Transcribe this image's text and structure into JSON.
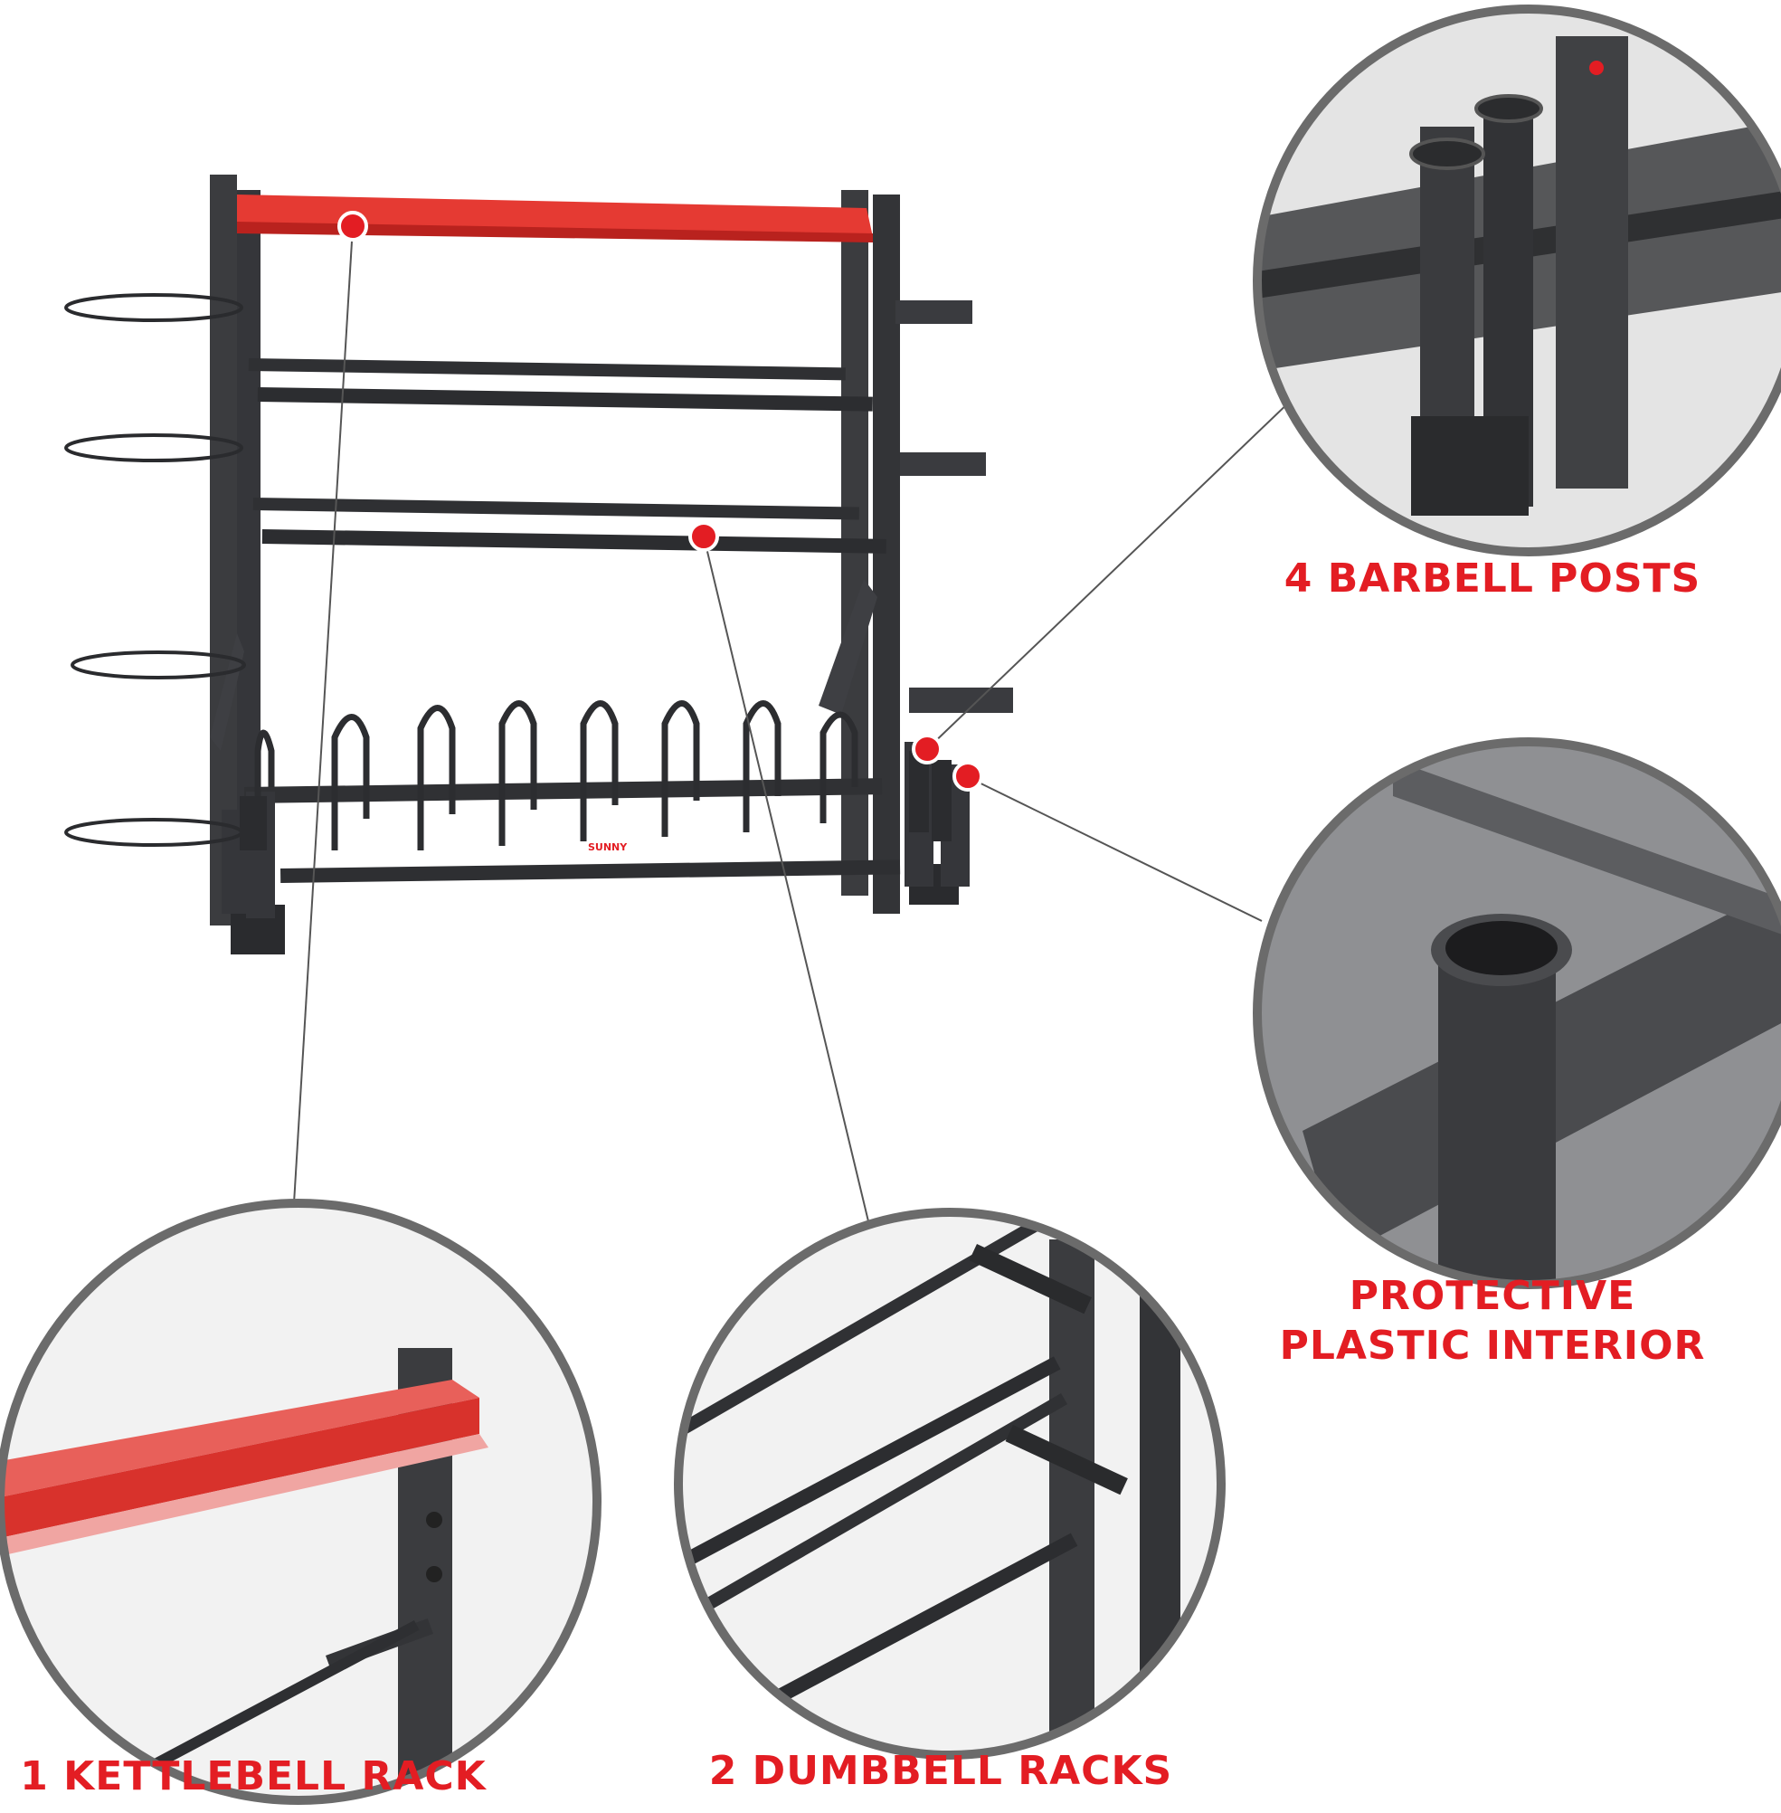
{
  "colors": {
    "accent": "#e31d23",
    "frame": "#3b3c3f",
    "circle_border": "#6b6b6b"
  },
  "product": {
    "brand_mark": "SUNNY"
  },
  "callouts": [
    {
      "id": "barbell_posts",
      "label": "4 BARBELL POSTS"
    },
    {
      "id": "plastic_interior",
      "label": "PROTECTIVE\nPLASTIC INTERIOR"
    },
    {
      "id": "kettlebell_rack",
      "label": "1 KETTLEBELL RACK"
    },
    {
      "id": "dumbbell_racks",
      "label": "2 DUMBBELL RACKS"
    }
  ]
}
